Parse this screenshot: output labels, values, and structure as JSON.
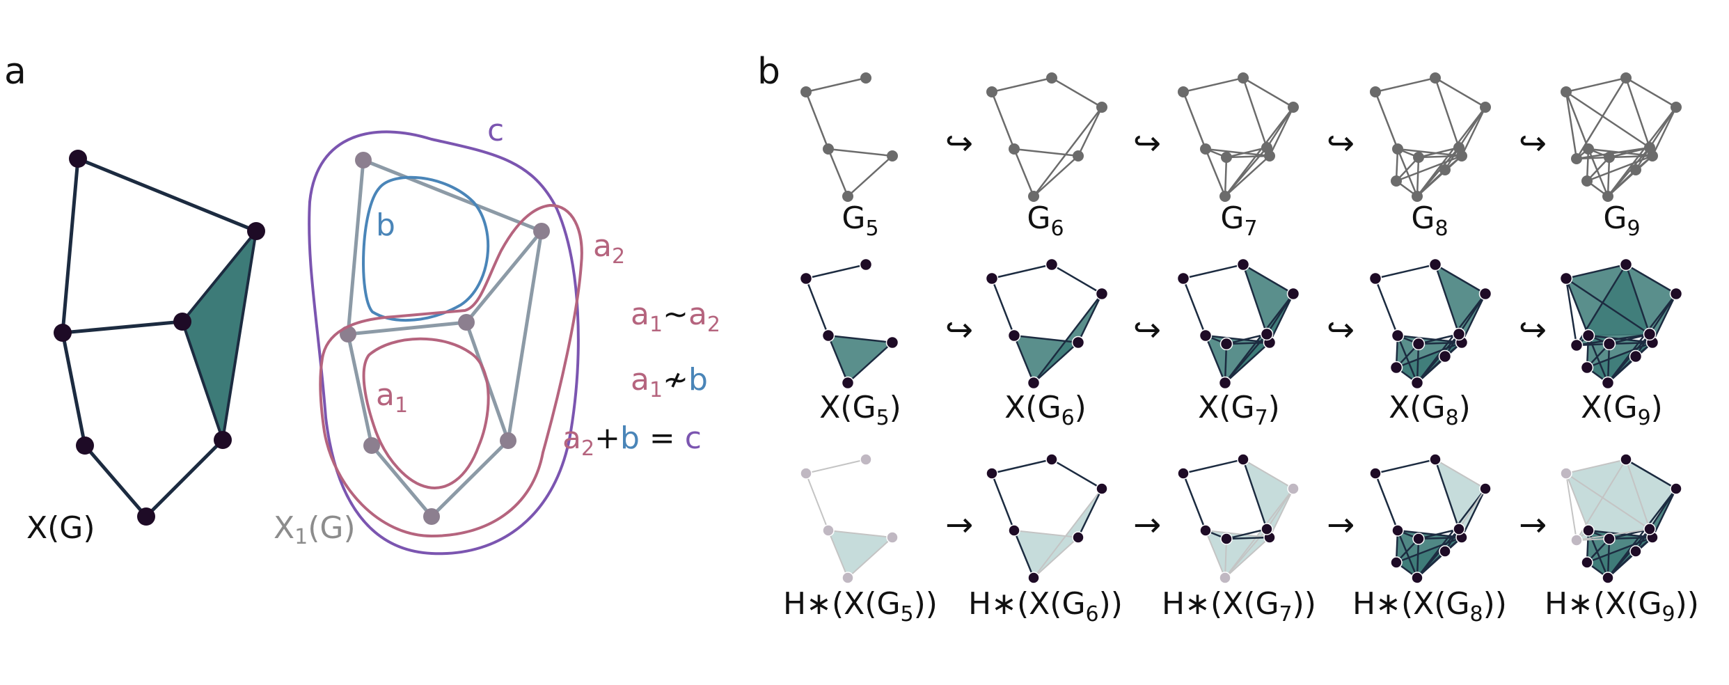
{
  "panel_a": {
    "letter": "a",
    "complex_label": "X(G)",
    "skeleton_label_main": "X",
    "skeleton_label_sub": "1",
    "skeleton_label_rest": "(G)",
    "cycle_labels": {
      "c": "c",
      "b": "b",
      "a2_main": "a",
      "a2_sub": "2",
      "a1_main": "a",
      "a1_sub": "1"
    },
    "relations": [
      {
        "lhs_main": "a",
        "lhs_sub": "1",
        "op": "~",
        "rhs_main": "a",
        "rhs_sub": "2"
      },
      {
        "lhs_main": "a",
        "lhs_sub": "1",
        "op": "≁",
        "rhs_main": "b",
        "rhs_sub": ""
      }
    ],
    "sum_relation": {
      "a_main": "a",
      "a_sub": "2",
      "plus": "+",
      "b": "b",
      "eq": "=",
      "c": "c"
    }
  },
  "panel_b": {
    "letter": "b",
    "rows": [
      {
        "kind": "graph",
        "labels": [
          {
            "prefix": "G",
            "sub": "5",
            "suffix": ""
          },
          {
            "prefix": "G",
            "sub": "6",
            "suffix": ""
          },
          {
            "prefix": "G",
            "sub": "7",
            "suffix": ""
          },
          {
            "prefix": "G",
            "sub": "8",
            "suffix": ""
          },
          {
            "prefix": "G",
            "sub": "9",
            "suffix": ""
          }
        ],
        "arrow": "↪"
      },
      {
        "kind": "clique-complex",
        "labels": [
          {
            "prefix": "X(G",
            "sub": "5",
            "suffix": ")"
          },
          {
            "prefix": "X(G",
            "sub": "6",
            "suffix": ")"
          },
          {
            "prefix": "X(G",
            "sub": "7",
            "suffix": ")"
          },
          {
            "prefix": "X(G",
            "sub": "8",
            "suffix": ")"
          },
          {
            "prefix": "X(G",
            "sub": "9",
            "suffix": ")"
          }
        ],
        "arrow": "↪"
      },
      {
        "kind": "homology",
        "labels": [
          {
            "prefix": "H∗(X(G",
            "sub": "5",
            "suffix": "))"
          },
          {
            "prefix": "H∗(X(G",
            "sub": "6",
            "suffix": "))"
          },
          {
            "prefix": "H∗(X(G",
            "sub": "7",
            "suffix": "))"
          },
          {
            "prefix": "H∗(X(G",
            "sub": "8",
            "suffix": "))"
          },
          {
            "prefix": "H∗(X(G",
            "sub": "9",
            "suffix": "))"
          }
        ],
        "arrow": "→"
      }
    ]
  },
  "colors": {
    "teal": "#3d7b78",
    "teal_light": "#c6dcdb",
    "node_dark": "#1e0b26",
    "edge_dark": "#1c2b40",
    "gray_node": "#6b6b6b",
    "skeleton_gray": "#8c9aa6",
    "skeleton_node": "#8c7f8f",
    "pink": "#b5647e",
    "blue": "#4a85b8",
    "purple": "#7b55b0"
  }
}
